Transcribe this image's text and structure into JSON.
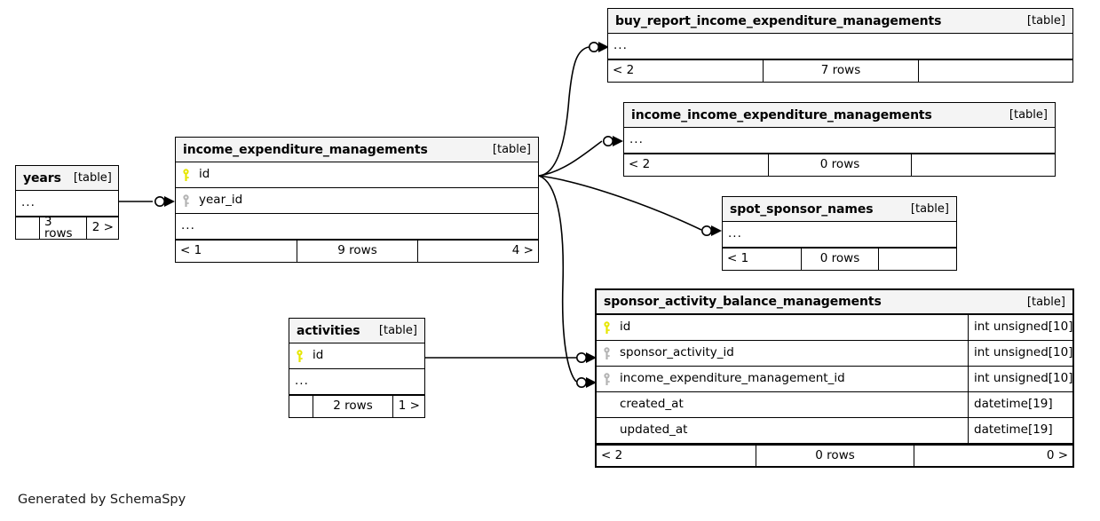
{
  "diagram": {
    "kind_label": "[table]",
    "ellipsis": "...",
    "credit": "Generated by SchemaSpy",
    "colors": {
      "primary_key": "#e6e600",
      "foreign_key": "#b3b3b3",
      "header_bg": "#f4f4f4",
      "border": "#000000",
      "background": "#ffffff"
    }
  },
  "tables": [
    {
      "id": "years",
      "name": "years",
      "kind": "[table]",
      "columns": [],
      "has_ellipsis": true,
      "footer": {
        "left": "",
        "mid": "3 rows",
        "right": "2 >"
      }
    },
    {
      "id": "income_expenditure_managements",
      "name": "income_expenditure_managements",
      "kind": "[table]",
      "columns": [
        {
          "name": "id",
          "key": "primary",
          "type": ""
        },
        {
          "name": "year_id",
          "key": "foreign",
          "type": ""
        }
      ],
      "has_ellipsis": true,
      "footer": {
        "left": "< 1",
        "mid": "9 rows",
        "right": "4 >"
      }
    },
    {
      "id": "buy_report_income_expenditure_managements",
      "name": "buy_report_income_expenditure_managements",
      "kind": "[table]",
      "columns": [],
      "has_ellipsis": true,
      "footer": {
        "left": "< 2",
        "mid": "7 rows",
        "right": ""
      }
    },
    {
      "id": "income_income_expenditure_managements",
      "name": "income_income_expenditure_managements",
      "kind": "[table]",
      "columns": [],
      "has_ellipsis": true,
      "footer": {
        "left": "< 2",
        "mid": "0 rows",
        "right": ""
      }
    },
    {
      "id": "spot_sponsor_names",
      "name": "spot_sponsor_names",
      "kind": "[table]",
      "columns": [],
      "has_ellipsis": true,
      "footer": {
        "left": "< 1",
        "mid": "0 rows",
        "right": ""
      }
    },
    {
      "id": "activities",
      "name": "activities",
      "kind": "[table]",
      "columns": [
        {
          "name": "id",
          "key": "primary",
          "type": ""
        }
      ],
      "has_ellipsis": true,
      "footer": {
        "left": "",
        "mid": "2 rows",
        "right": "1 >"
      }
    },
    {
      "id": "sponsor_activity_balance_managements",
      "name": "sponsor_activity_balance_managements",
      "kind": "[table]",
      "main": true,
      "columns": [
        {
          "name": "id",
          "key": "primary",
          "type": "int unsigned[10]"
        },
        {
          "name": "sponsor_activity_id",
          "key": "foreign",
          "type": "int unsigned[10]"
        },
        {
          "name": "income_expenditure_management_id",
          "key": "foreign",
          "type": "int unsigned[10]"
        },
        {
          "name": "created_at",
          "key": "none",
          "type": "datetime[19]"
        },
        {
          "name": "updated_at",
          "key": "none",
          "type": "datetime[19]"
        }
      ],
      "has_ellipsis": false,
      "footer": {
        "left": "< 2",
        "mid": "0 rows",
        "right": "0 >"
      }
    }
  ],
  "relationships": [
    {
      "from": "years",
      "to": "income_expenditure_managements.year_id"
    },
    {
      "from": "income_expenditure_managements.id",
      "to": "buy_report_income_expenditure_managements"
    },
    {
      "from": "income_expenditure_managements.id",
      "to": "income_income_expenditure_managements"
    },
    {
      "from": "income_expenditure_managements.id",
      "to": "spot_sponsor_names"
    },
    {
      "from": "income_expenditure_managements.id",
      "to": "sponsor_activity_balance_managements.income_expenditure_management_id"
    },
    {
      "from": "activities.id",
      "to": "sponsor_activity_balance_managements.sponsor_activity_id"
    }
  ]
}
